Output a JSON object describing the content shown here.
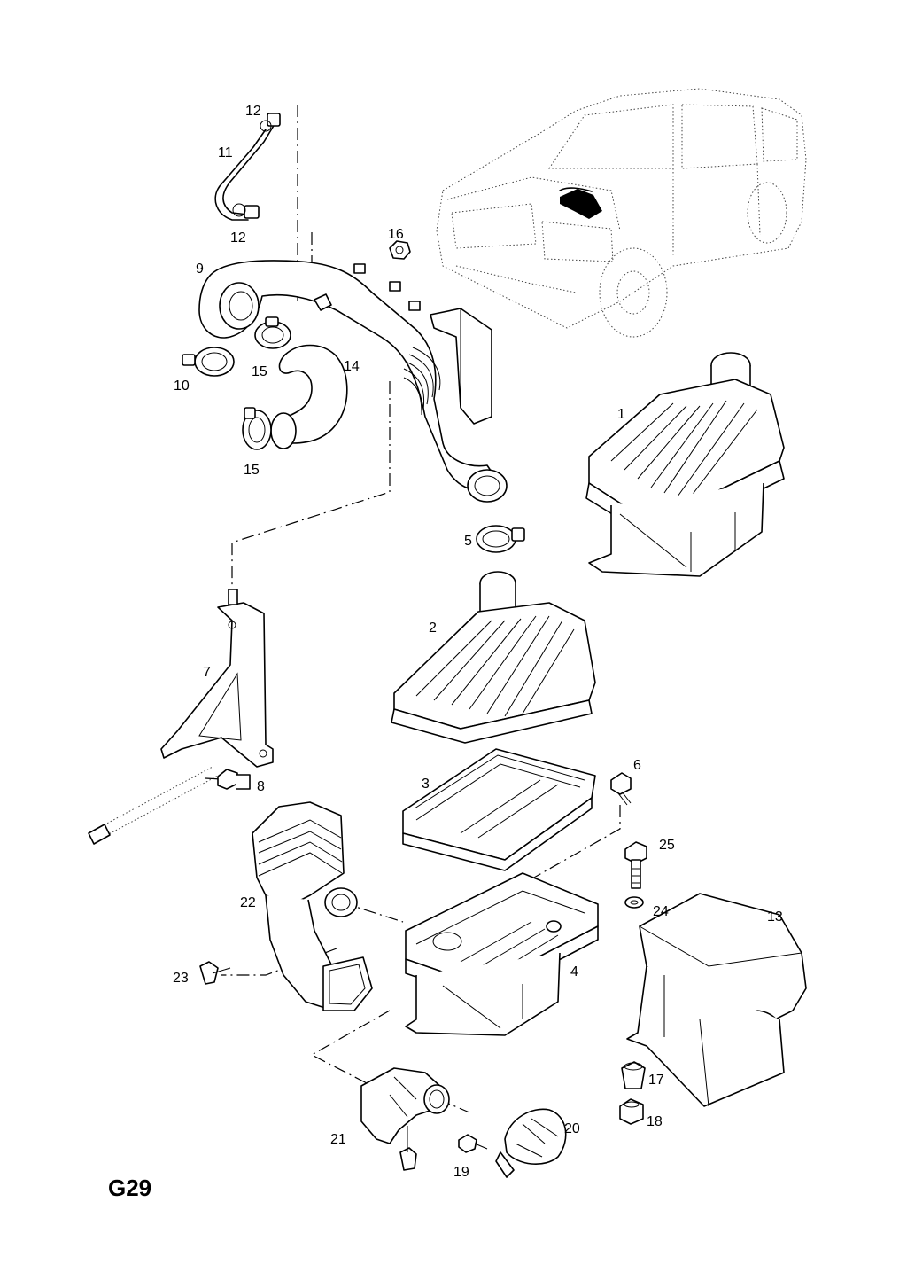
{
  "diagram": {
    "page_code": "G29",
    "callouts": [
      "1",
      "2",
      "3",
      "4",
      "5",
      "6",
      "7",
      "8",
      "9",
      "10",
      "11",
      "12",
      "12",
      "13",
      "14",
      "15",
      "15",
      "16",
      "17",
      "18",
      "19",
      "20",
      "21",
      "22",
      "23",
      "24",
      "25"
    ]
  }
}
